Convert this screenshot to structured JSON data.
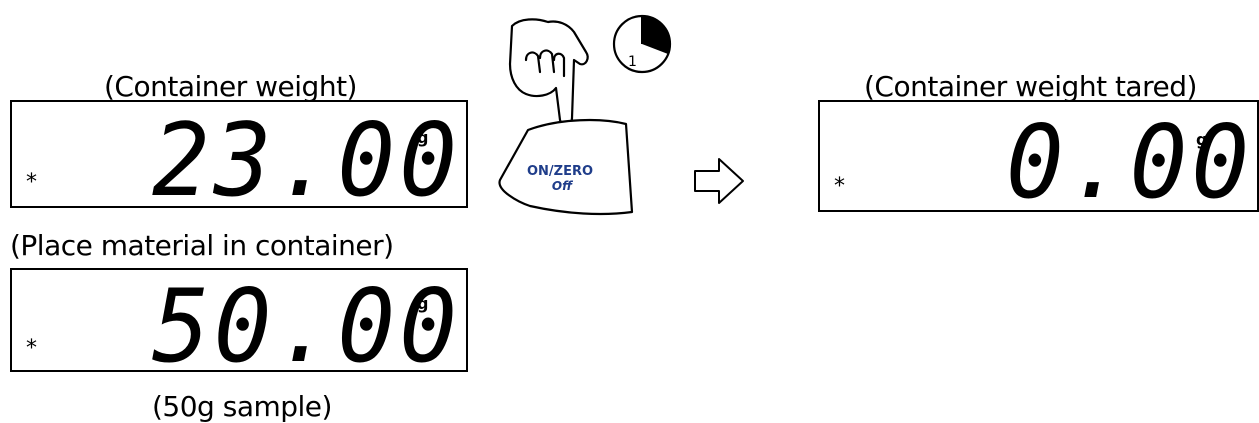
{
  "left": {
    "top_caption": "(Container weight)",
    "display1": {
      "star": "*",
      "reading": "23.00",
      "unit": "g"
    },
    "middle_caption": "(Place material in container)",
    "display2": {
      "star": "*",
      "reading": "50.00",
      "unit": "g"
    },
    "bottom_caption": "(50g sample)"
  },
  "button": {
    "label_line1": "ON/ZERO",
    "label_line2": "Off",
    "timer_number": "1",
    "label_color": "#1f3d8a"
  },
  "right": {
    "caption": "(Container weight tared)",
    "display": {
      "star": "*",
      "reading": "0.00",
      "unit": "g"
    }
  },
  "icons": [
    "hand-press-icon",
    "timer-icon",
    "right-arrow-icon"
  ]
}
